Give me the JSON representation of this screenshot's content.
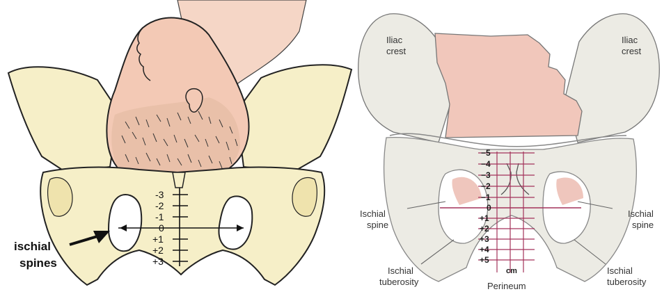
{
  "left_panel": {
    "annotation_line1": "ischial",
    "annotation_line2": "spines",
    "station_labels": [
      "-3",
      "-2",
      "-1",
      "0",
      "+1",
      "+2",
      "+3"
    ],
    "colors": {
      "bone": "#f6efc8",
      "skin": "#f3c9b5",
      "outline": "#222222"
    }
  },
  "right_panel": {
    "iliac_crest_left": [
      "Iliac",
      "crest"
    ],
    "iliac_crest_right": [
      "Iliac",
      "crest"
    ],
    "ischial_spine_left": [
      "Ischial",
      "spine"
    ],
    "ischial_spine_right": [
      "Ischial",
      "spine"
    ],
    "ischial_tuberosity_left": [
      "Ischial",
      "tuberosity"
    ],
    "ischial_tuberosity_right": [
      "Ischial",
      "tuberosity"
    ],
    "station_labels": [
      "−5",
      "−4",
      "−3",
      "−2",
      "−1",
      "0",
      "+1",
      "+2",
      "+3",
      "+4",
      "+5"
    ],
    "unit": "cm",
    "perineum": "Perineum",
    "colors": {
      "bone": "#ecebe4",
      "head": "#f1c7bb",
      "scale": "#a3325a"
    }
  }
}
